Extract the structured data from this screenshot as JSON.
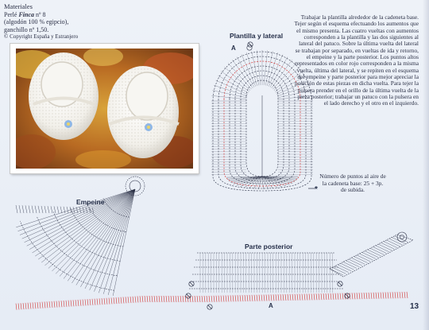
{
  "materials": {
    "heading": "Materiales",
    "yarn_prefix": "Perlé ",
    "yarn_brand": "Finca",
    "yarn_suffix": " nº 8",
    "yarn_detail": "(algodón 100 % egipcio),",
    "hook": "ganchillo nº 1,50.",
    "copyright": "© Copyright España y Estranjero"
  },
  "instructions": "Trabajar la plantilla alrededor de la cadeneta base. Tejer según el esquema efectuando los aumentos que el mismo presenta. Las cuatro vueltas con aumentos corresponden a la plantilla y las dos siguientes al lateral del patuco. Sobre la última vuelta del lateral se trabajan por separado, en vueltas de ida y retorno, el empeine y la parte posterior. Los puntos altos representados en color rojo corresponden a la misma vuelta, última del lateral, y se repiten en el esquema del empeine y parte posterior para mejor apreciar la posición de estas piezas en dicha vuelta. Para tejer la pulsera prender en el orillo de la última vuelta de la pieza posterior; trabajar un patuco con la pulsera en el lado derecho y el otro en el izquierdo.",
  "stitch_note": "Número de puntos al aire de la cadeneta base: 25 + 3p. de subida.",
  "labels": {
    "sole": "Plantilla y lateral",
    "instep": "Empeine",
    "back": "Parte posterior",
    "marker_a": "A",
    "marker_star": "*"
  },
  "page_number": "13",
  "colors": {
    "ink": "#2a2f45",
    "red_stitches": "#d23a3a",
    "paper": "#eaeff6"
  }
}
